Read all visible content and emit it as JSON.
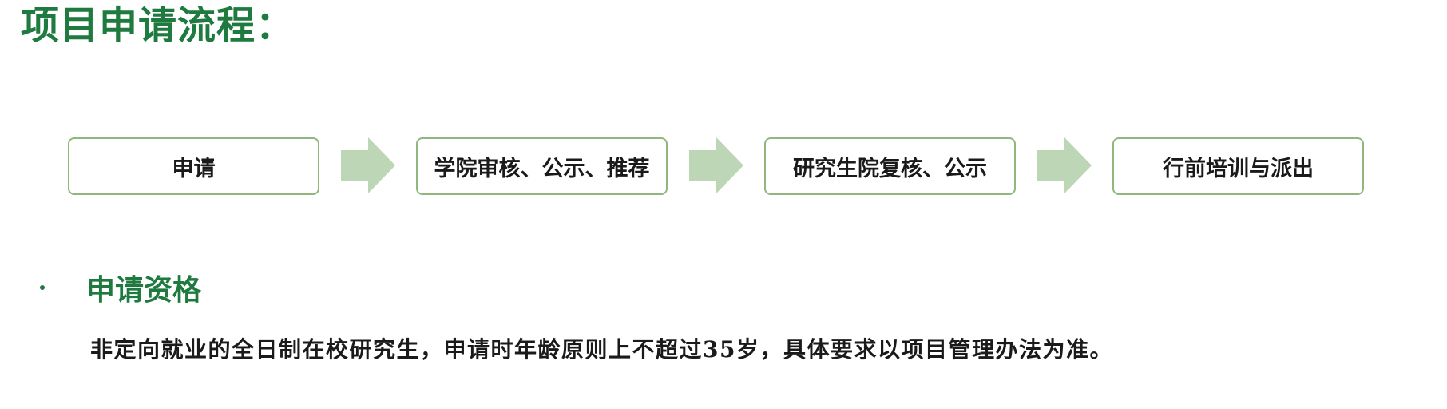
{
  "page": {
    "title": "项目申请流程："
  },
  "flow": {
    "steps": [
      {
        "label": "申请"
      },
      {
        "label": "学院审核、公示、推荐"
      },
      {
        "label": "研究生院复核、公示"
      },
      {
        "label": "行前培训与派出"
      }
    ],
    "arrow_icon": "right-chevron-arrow",
    "box_border_color": "#8fb77e",
    "arrow_color": "#bcd6b6"
  },
  "eligibility": {
    "heading": "申请资格",
    "description": "非定向就业的全日制在校研究生，申请时年龄原则上不超过35岁，具体要求以项目管理办法为准。"
  },
  "colors": {
    "accent": "#1e7a3e",
    "text": "#1a1a1a"
  }
}
